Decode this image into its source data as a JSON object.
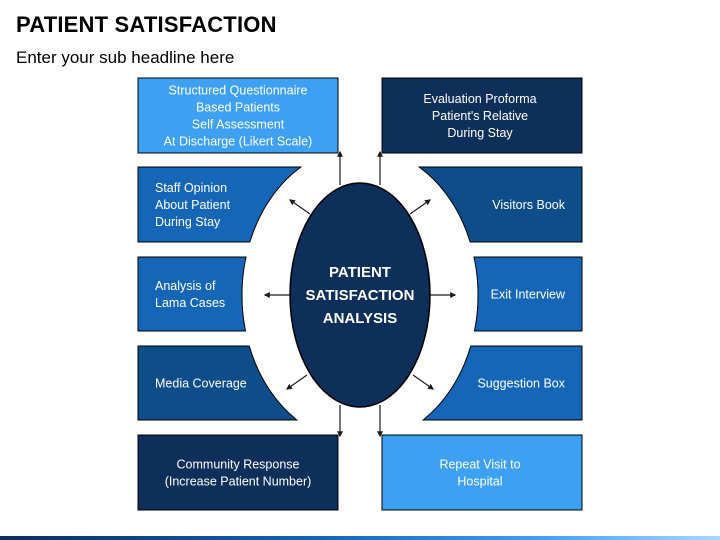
{
  "header": {
    "title": "PATIENT SATISFACTION",
    "subtitle": "Enter your sub headline here"
  },
  "center": {
    "lines": [
      "PATIENT",
      "SATISFACTION",
      "ANALYSIS"
    ]
  },
  "colors": {
    "navy": "#0e2f5a",
    "dark_blue": "#0f4c8a",
    "mid_blue": "#1566b7",
    "light_blue": "#3ea0f2",
    "arrow": "#1a1a1a",
    "ring": "#ffffff"
  },
  "boxes": [
    {
      "id": "structured-questionnaire",
      "color": "light_blue",
      "lines": [
        "Structured Questionnaire",
        "Based Patients",
        "Self Assessment",
        "At Discharge (Likert Scale)"
      ]
    },
    {
      "id": "staff-opinion",
      "color": "mid_blue",
      "lines": [
        "Staff Opinion",
        "About Patient",
        "During Stay"
      ]
    },
    {
      "id": "analysis-of-lama-cases",
      "color": "mid_blue",
      "lines": [
        "Analysis of",
        "Lama Cases"
      ]
    },
    {
      "id": "media-coverage",
      "color": "dark_blue",
      "lines": [
        "Media Coverage"
      ]
    },
    {
      "id": "community-response",
      "color": "navy",
      "lines": [
        "Community Response",
        "(Increase Patient Number)"
      ]
    },
    {
      "id": "evaluation-proforma",
      "color": "navy",
      "lines": [
        "Evaluation Proforma",
        "Patient's Relative",
        "During Stay"
      ]
    },
    {
      "id": "visitors-book",
      "color": "dark_blue",
      "lines": [
        "Visitors Book"
      ]
    },
    {
      "id": "exit-interview",
      "color": "mid_blue",
      "lines": [
        "Exit Interview"
      ]
    },
    {
      "id": "suggestion-box",
      "color": "mid_blue",
      "lines": [
        "Suggestion Box"
      ]
    },
    {
      "id": "repeat-visit",
      "color": "light_blue",
      "lines": [
        "Repeat Visit to",
        "Hospital"
      ]
    }
  ]
}
